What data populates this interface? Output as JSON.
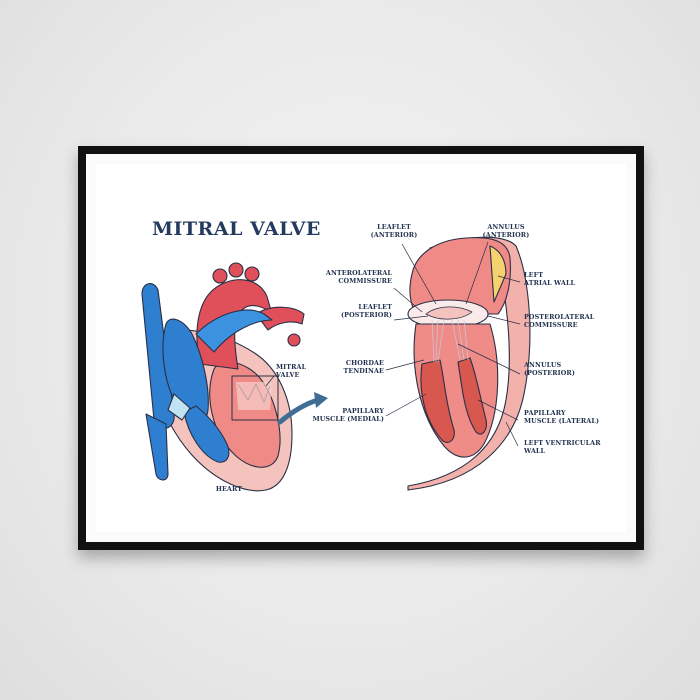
{
  "title": "MITRAL VALVE",
  "heart": {
    "caption": "HEART",
    "callout": "MITRAL\nVALVE"
  },
  "labels": {
    "leaflet_anterior": "LEAFLET\n(ANTERIOR)",
    "annulus_anterior": "ANNULUS\n(ANTERIOR)",
    "anterolateral_commissure": "ANTEROLATERAL\nCOMMISSURE",
    "left_atrial_wall": "LEFT\nATRIAL WALL",
    "leaflet_posterior": "LEAFLET\n(POSTERIOR)",
    "posterolateral_commissure": "POSTEROLATERAL\nCOMMISSURE",
    "chordae_tendinae": "CHORDAE\nTENDINAE",
    "annulus_posterior": "ANNULUS\n(POSTERIOR)",
    "papillary_muscle_medial": "PAPILLARY\nMUSCLE (MEDIAL)",
    "papillary_muscle_lateral": "PAPILLARY\nMUSCLE (LATERAL)",
    "left_ventricular_wall": "LEFT VENTRICULAR\nWALL"
  },
  "colors": {
    "frame": "#111111",
    "title": "#243a5e",
    "vein_blue": "#2f7fd0",
    "artery_red": "#e0505a",
    "tissue_pink": "#f2a7a3",
    "outline": "#2a2f45"
  }
}
